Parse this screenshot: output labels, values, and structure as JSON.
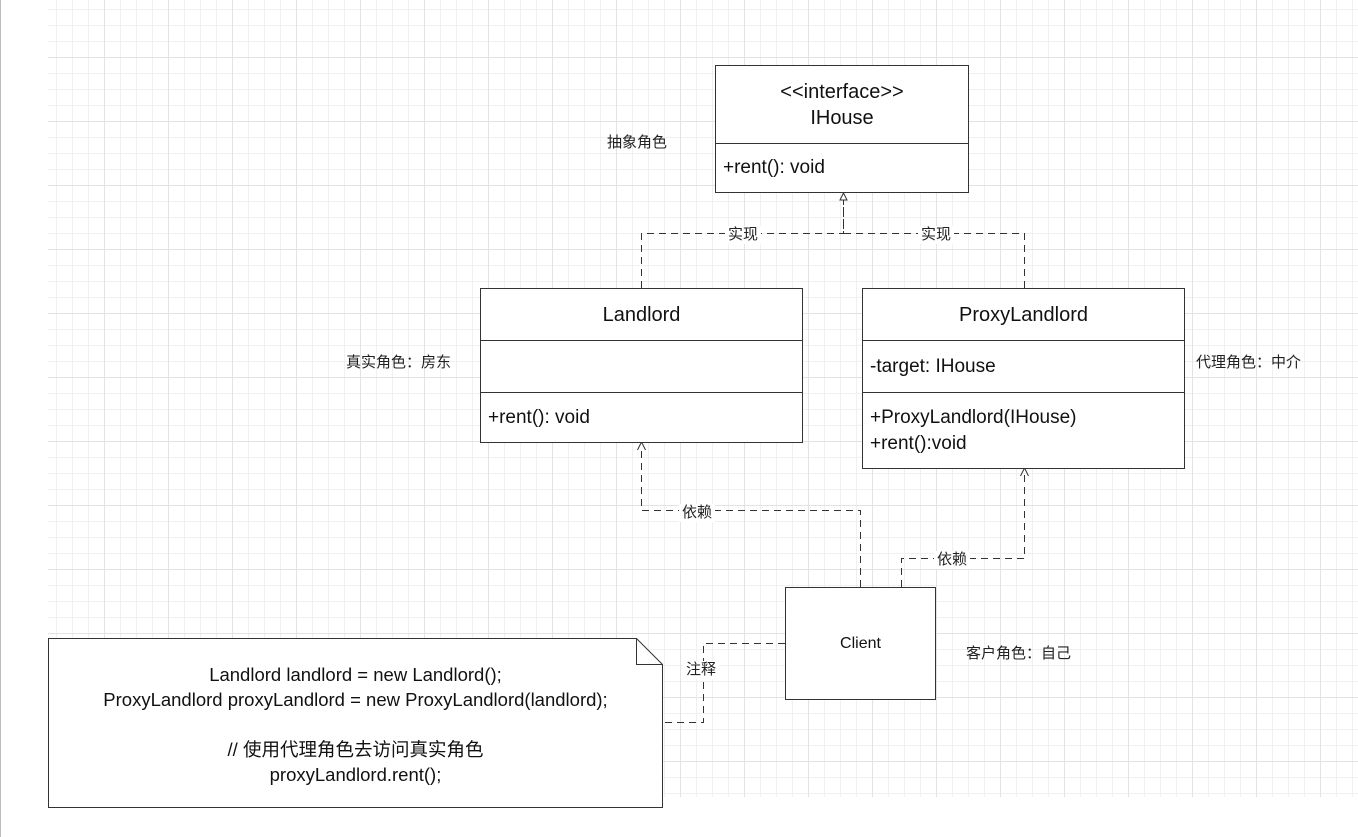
{
  "interface": {
    "stereotype": "<<interface>>",
    "name": "IHouse",
    "methods": [
      "+rent():  void"
    ],
    "role": "抽象角色"
  },
  "landlord": {
    "name": "Landlord",
    "attributes": [],
    "methods": [
      "+rent():  void"
    ],
    "role": "真实角色：房东"
  },
  "proxy": {
    "name": "ProxyLandlord",
    "attributes": [
      "-target:  IHouse"
    ],
    "methods": [
      "+ProxyLandlord(IHouse)",
      "+rent():void"
    ],
    "role": "代理角色：中介"
  },
  "client": {
    "name": "Client",
    "role": "客户角色：自己"
  },
  "edges": {
    "realize_left": "实现",
    "realize_right": "实现",
    "depend_left": "依赖",
    "depend_right": "依赖",
    "note": "注释"
  },
  "note": {
    "lines": [
      "Landlord landlord = new Landlord();",
      "ProxyLandlord proxyLandlord = new ProxyLandlord(landlord);",
      "",
      "// 使用代理角色去访问真实角色",
      "proxyLandlord.rent();"
    ]
  },
  "colors": {
    "line": "#333333",
    "grid": "#e3e3e3"
  }
}
